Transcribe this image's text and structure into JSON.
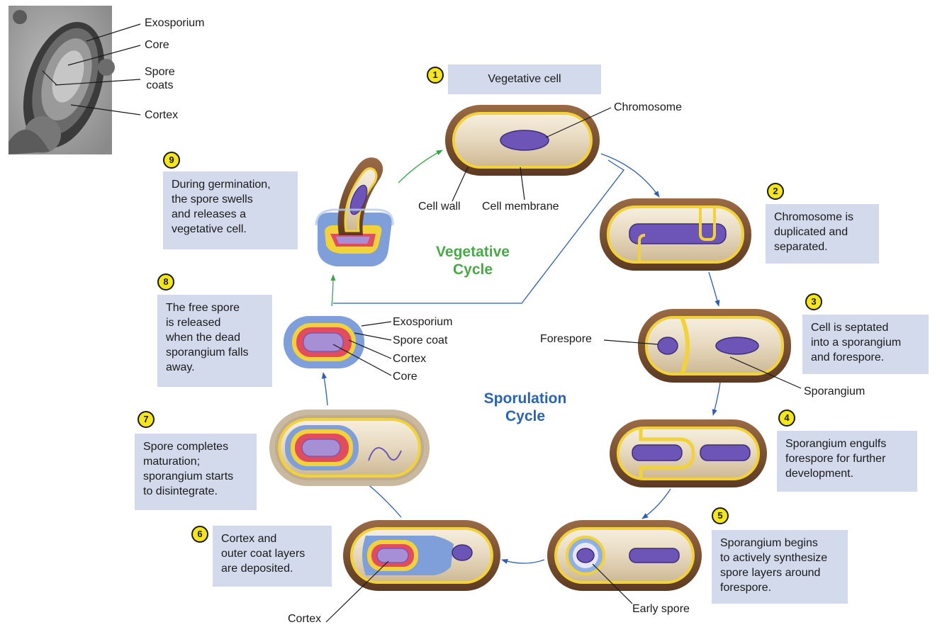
{
  "micrograph": {
    "labels": [
      "Exosporium",
      "Core",
      "Spore\ncoats",
      "Cortex"
    ]
  },
  "cycle_titles": {
    "vegetative": "Vegetative\nCycle",
    "sporulation": "Sporulation\nCycle"
  },
  "steps": [
    {
      "number": "1",
      "text": "Vegetative cell"
    },
    {
      "number": "2",
      "text": "Chromosome is\nduplicated and\nseparated."
    },
    {
      "number": "3",
      "text": "Cell is septated\ninto a sporangium\nand forespore."
    },
    {
      "number": "4",
      "text": "Sporangium engulfs\nforespore for further\ndevelopment."
    },
    {
      "number": "5",
      "text": "Sporangium begins\nto actively synthesize\nspore layers around\nforespore."
    },
    {
      "number": "6",
      "text": "Cortex and\nouter coat layers\nare deposited."
    },
    {
      "number": "7",
      "text": "Spore completes\nmaturation;\nsporangium starts\nto disintegrate."
    },
    {
      "number": "8",
      "text": "The free spore\nis released\nwhen the dead\nsporangium falls\naway."
    },
    {
      "number": "9",
      "text": "During germination,\nthe spore swells\nand releases a\nvegetative cell."
    }
  ],
  "callouts": {
    "chromosome": "Chromosome",
    "cell_wall": "Cell wall",
    "cell_membrane": "Cell membrane",
    "forespore": "Forespore",
    "sporangium": "Sporangium",
    "early_spore": "Early spore",
    "cortex_6": "Cortex",
    "spore_layers": [
      "Exosporium",
      "Spore coat",
      "Cortex",
      "Core"
    ]
  },
  "colors": {
    "label_box": "#d3daec",
    "badge": "#f4e51c",
    "vegetative_title": "#4aa84a",
    "sporulation_title": "#2a63b0",
    "cell_wall": "#7a5033",
    "cell_membrane": "#f2d23a",
    "cytoplasm": "#e9dcc2",
    "chromosome": "#6d55b8",
    "exosporium": "#7e9fd9",
    "spore_coat": "#f2d23a",
    "cortex": "#e24c5f",
    "core": "#a78fd6",
    "arrow_blue": "#2f5fae",
    "arrow_green": "#3aa44a"
  }
}
